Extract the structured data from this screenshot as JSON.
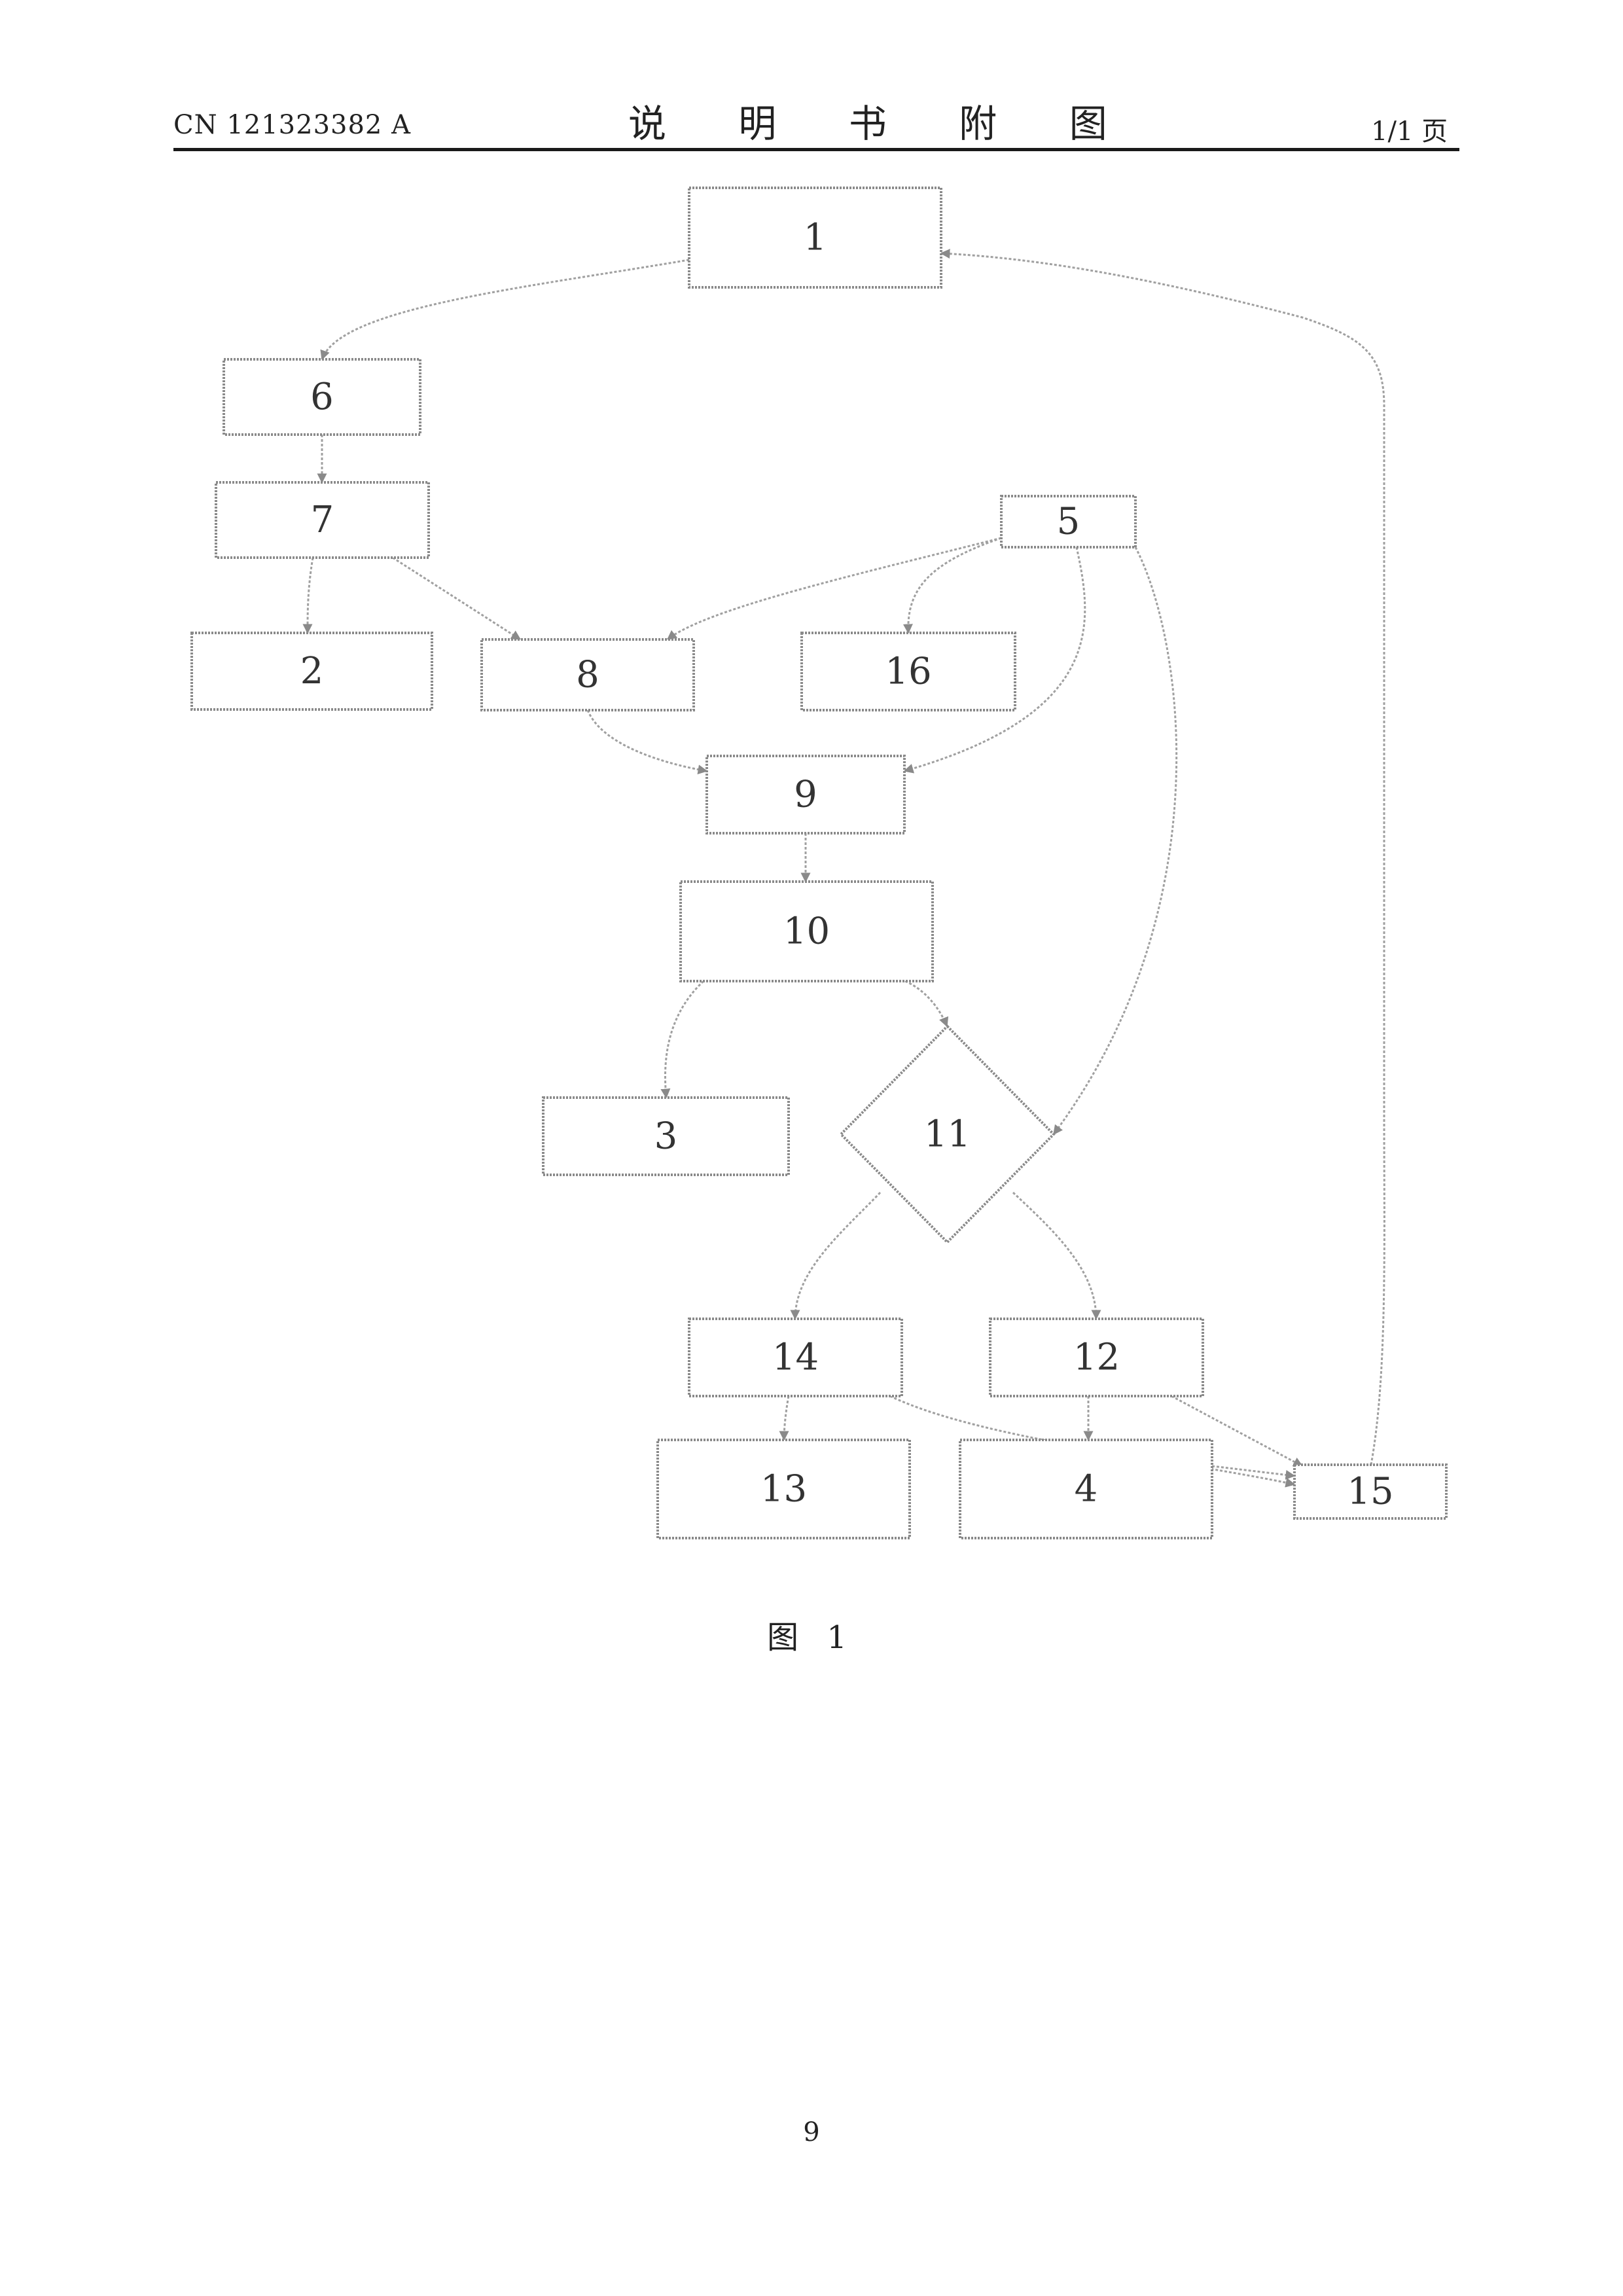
{
  "header": {
    "publication_number": "CN 121323382 A",
    "title": "说 明 书 附 图",
    "page_indicator": "1/1 页"
  },
  "diagram": {
    "nodes": [
      {
        "id": "n1",
        "label": "1",
        "shape": "rect"
      },
      {
        "id": "n2",
        "label": "2",
        "shape": "rect"
      },
      {
        "id": "n3",
        "label": "3",
        "shape": "rect"
      },
      {
        "id": "n4",
        "label": "4",
        "shape": "rect"
      },
      {
        "id": "n5",
        "label": "5",
        "shape": "rect"
      },
      {
        "id": "n6",
        "label": "6",
        "shape": "rect"
      },
      {
        "id": "n7",
        "label": "7",
        "shape": "rect"
      },
      {
        "id": "n8",
        "label": "8",
        "shape": "rect"
      },
      {
        "id": "n9",
        "label": "9",
        "shape": "rect"
      },
      {
        "id": "n10",
        "label": "10",
        "shape": "rect"
      },
      {
        "id": "n11",
        "label": "11",
        "shape": "diamond"
      },
      {
        "id": "n12",
        "label": "12",
        "shape": "rect"
      },
      {
        "id": "n13",
        "label": "13",
        "shape": "rect"
      },
      {
        "id": "n14",
        "label": "14",
        "shape": "rect"
      },
      {
        "id": "n15",
        "label": "15",
        "shape": "rect"
      },
      {
        "id": "n16",
        "label": "16",
        "shape": "rect"
      }
    ],
    "edges": [
      {
        "from": "n1",
        "to": "n6"
      },
      {
        "from": "n6",
        "to": "n7"
      },
      {
        "from": "n7",
        "to": "n2"
      },
      {
        "from": "n7",
        "to": "n8"
      },
      {
        "from": "n5",
        "to": "n8"
      },
      {
        "from": "n5",
        "to": "n16"
      },
      {
        "from": "n5",
        "to": "n9"
      },
      {
        "from": "n5",
        "to": "n11"
      },
      {
        "from": "n8",
        "to": "n9"
      },
      {
        "from": "n9",
        "to": "n10"
      },
      {
        "from": "n10",
        "to": "n3"
      },
      {
        "from": "n10",
        "to": "n11"
      },
      {
        "from": "n11",
        "to": "n14"
      },
      {
        "from": "n11",
        "to": "n12"
      },
      {
        "from": "n14",
        "to": "n13"
      },
      {
        "from": "n14",
        "to": "n15"
      },
      {
        "from": "n12",
        "to": "n4"
      },
      {
        "from": "n12",
        "to": "n15"
      },
      {
        "from": "n4",
        "to": "n15"
      },
      {
        "from": "n15",
        "to": "n1"
      }
    ]
  },
  "caption": "图 1",
  "page_number": "9"
}
